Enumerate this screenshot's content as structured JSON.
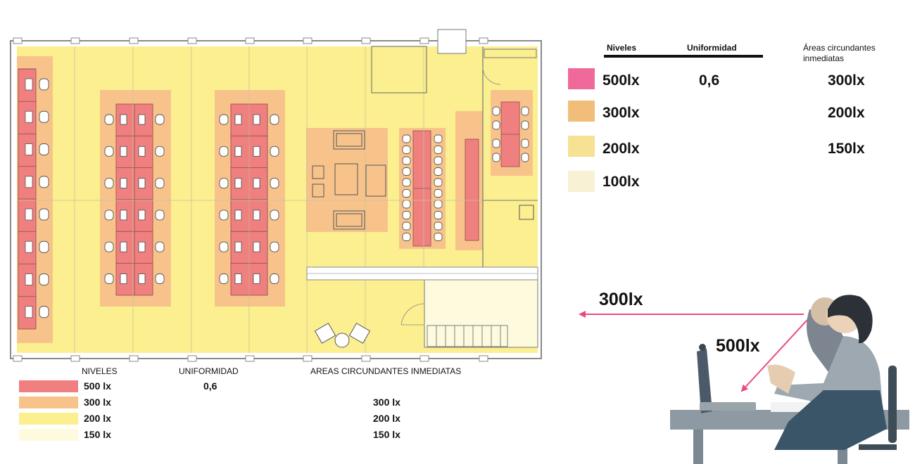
{
  "colors": {
    "level_500": "#f08080",
    "level_300": "#f8c38a",
    "level_200": "#fbef90",
    "level_150": "#fdfadd",
    "right_500": "#ef6a9b",
    "right_300": "#f1be7a",
    "right_200": "#f7e193",
    "right_100": "#f9f1d3",
    "arrow": "#e94a86"
  },
  "bottom_legend": {
    "col_levels": "NIVELES",
    "col_uniformity": "UNIFORMIDAD",
    "col_areas": "AREAS CIRCUNDANTES INMEDIATAS",
    "rows": [
      {
        "level": "500 lx",
        "uniformity": "0,6",
        "area": ""
      },
      {
        "level": "300 lx",
        "uniformity": "",
        "area": "300 lx"
      },
      {
        "level": "200 lx",
        "uniformity": "",
        "area": "200 lx"
      },
      {
        "level": "150 lx",
        "uniformity": "",
        "area": "150 lx"
      }
    ]
  },
  "right_legend": {
    "col_levels": "Niveles",
    "col_uniformity": "Uniformidad",
    "col_areas_line1": "Áreas circundantes",
    "col_areas_line2": "inmediatas",
    "rows": [
      {
        "level": "500lx",
        "uniformity": "0,6",
        "area": "300lx"
      },
      {
        "level": "300lx",
        "uniformity": "",
        "area": "200lx"
      },
      {
        "level": "200lx",
        "uniformity": "",
        "area": "150lx"
      },
      {
        "level": "100lx",
        "uniformity": "",
        "area": ""
      }
    ]
  },
  "illustration": {
    "label_surround": "300lx",
    "label_task": "500lx"
  }
}
